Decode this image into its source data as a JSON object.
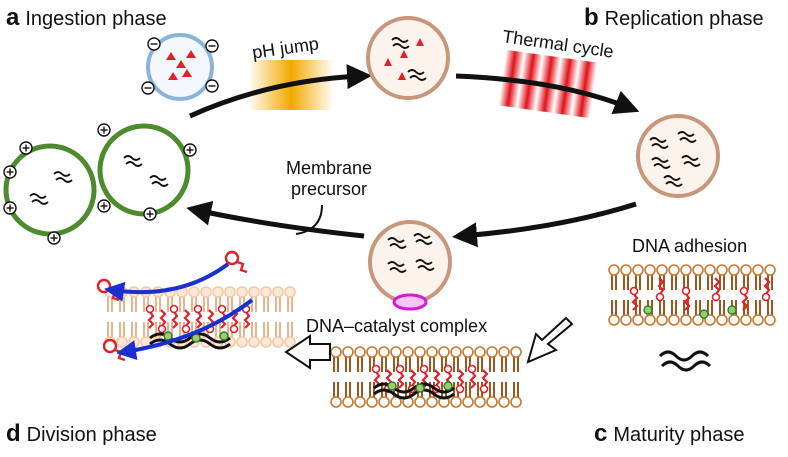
{
  "phases": {
    "a": {
      "letter": "a",
      "name": "Ingestion phase"
    },
    "b": {
      "letter": "b",
      "name": "Replication phase"
    },
    "c": {
      "letter": "c",
      "name": "Maturity phase"
    },
    "d": {
      "letter": "d",
      "name": "Division phase"
    }
  },
  "labels": {
    "ph_jump": "pH jump",
    "thermal_cycle": "Thermal cycle",
    "membrane_precursor_1": "Membrane",
    "membrane_precursor_2": "precursor",
    "dna_adhesion": "DNA adhesion",
    "dna_catalyst_complex": "DNA–catalyst complex"
  },
  "colors": {
    "vesicle_brown": "#c8967a",
    "vesicle_fill": "#fbf3ec",
    "vesicle_green": "#4e8a2e",
    "vesicle_blue": "#8ab4d8",
    "lipid_head": "#c87832",
    "lipid_tail": "#a0561e",
    "catalyst_red": "#e0202a",
    "catalyst_green": "#2e7d32",
    "ph_gradient": "#f2a900",
    "thermal_red": "#e0101a",
    "arrow": "#111111",
    "arrow_blue": "#1a2fd0",
    "magenta": "#d41bd4"
  },
  "icons": [
    "plus-charge-icon",
    "minus-charge-icon",
    "dna-strand-icon",
    "catalyst-icon"
  ]
}
